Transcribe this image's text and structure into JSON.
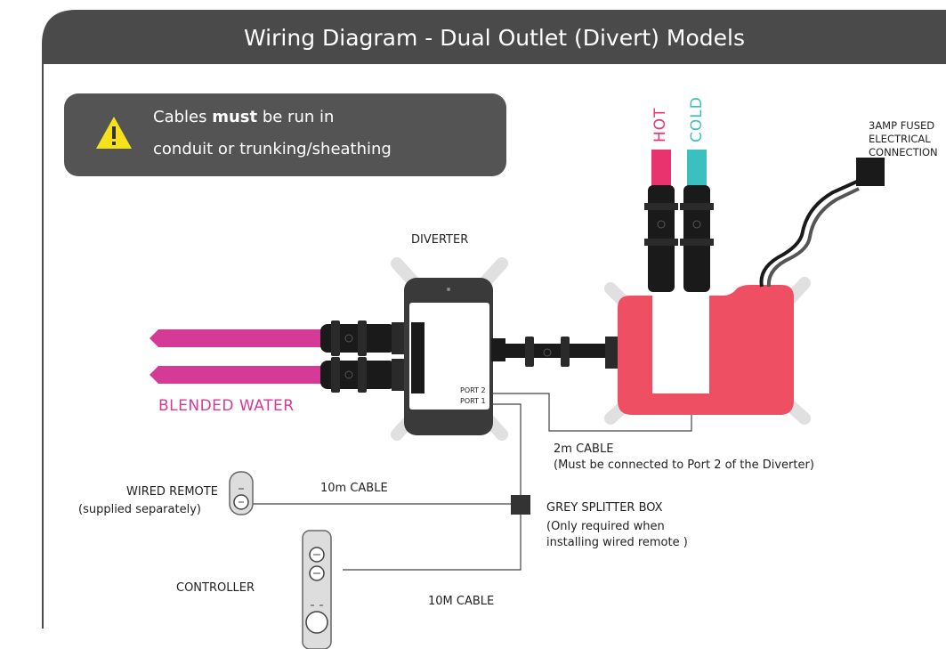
{
  "title": "Wiring Diagram - Dual Outlet (Divert) Models",
  "note": {
    "line1_pre": "Cables ",
    "line1_bold": "must",
    "line1_post": " be run in",
    "line2": "conduit or trunking/sheathing",
    "icon": "warning-triangle-icon"
  },
  "labels": {
    "hot": "HOT",
    "cold": "COLD",
    "power_line1": "3AMP FUSED",
    "power_line2": "ELECTRICAL",
    "power_line3": "CONNECTION",
    "diverter": "DIVERTER",
    "port2": "PORT 2",
    "port1": "PORT 1",
    "blended_water": "BLENDED WATER",
    "cable_2m": "2m CABLE",
    "cable_2m_note": "(Must be connected to Port 2 of the Diverter)",
    "wired_remote": "WIRED REMOTE",
    "wired_remote_note": "(supplied separately)",
    "cable_10m_remote": "10m CABLE",
    "splitter": "GREY SPLITTER BOX",
    "splitter_note1": "(Only required when",
    "splitter_note2": "installing wired remote )",
    "controller": "CONTROLLER",
    "cable_10m_controller": "10M CABLE"
  },
  "colors": {
    "header": "#4a4a4a",
    "note_bg": "#545454",
    "warning": "#f5e21b",
    "hot": "#e8336f",
    "cold": "#3bbfbf",
    "blended": "#d63a97",
    "mixer_unit": "#ef4f63",
    "cable": "#1a1a1a",
    "bracket": "#e0e0e0"
  }
}
